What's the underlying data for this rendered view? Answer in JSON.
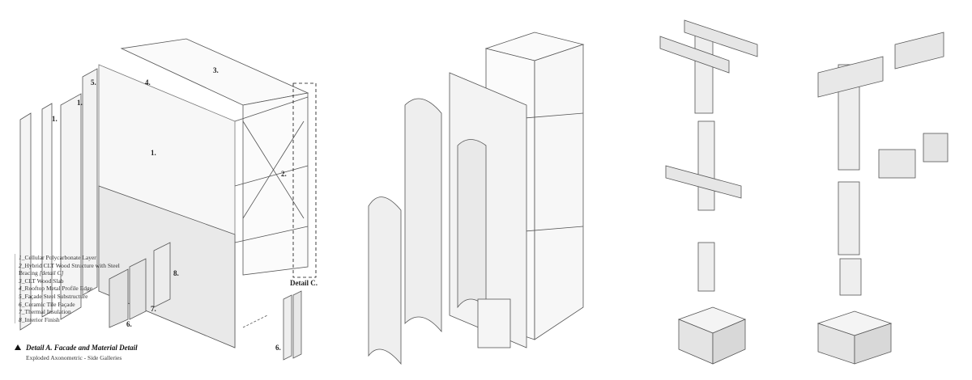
{
  "labels": {
    "l5": "5.",
    "l4": "4.",
    "l3": "3.",
    "l1a": "1.",
    "l1b": "1.",
    "l1c": "1.",
    "l2": "2.",
    "detail_c": "Detail C.",
    "l8": "8.",
    "l7": "7.",
    "l6a": "6.",
    "l6b": "6."
  },
  "legend": [
    {
      "num": "1",
      "text": "_Cellular Polycarbonate Layer"
    },
    {
      "num": "2",
      "text": "_Hybrid CLT Wood Structure with Steel"
    },
    {
      "num": "",
      "text": "Bracing ",
      "note": "[detail C]"
    },
    {
      "num": "3",
      "text": "_CLT Wood Slab"
    },
    {
      "num": "4",
      "text": "_Rooftop Metal Profile Edge"
    },
    {
      "num": "5",
      "text": "_Façade Steel Substructure"
    },
    {
      "num": "6",
      "text": "_Ceramic Tile Façade"
    },
    {
      "num": "7",
      "text": "_Thermal Insulation"
    },
    {
      "num": "8",
      "text": "_Interior Finish"
    }
  ],
  "caption": {
    "title": "Detail A. Facade and Material Detail",
    "subtitle": "Exploded Axonometric - Side Galleries"
  }
}
